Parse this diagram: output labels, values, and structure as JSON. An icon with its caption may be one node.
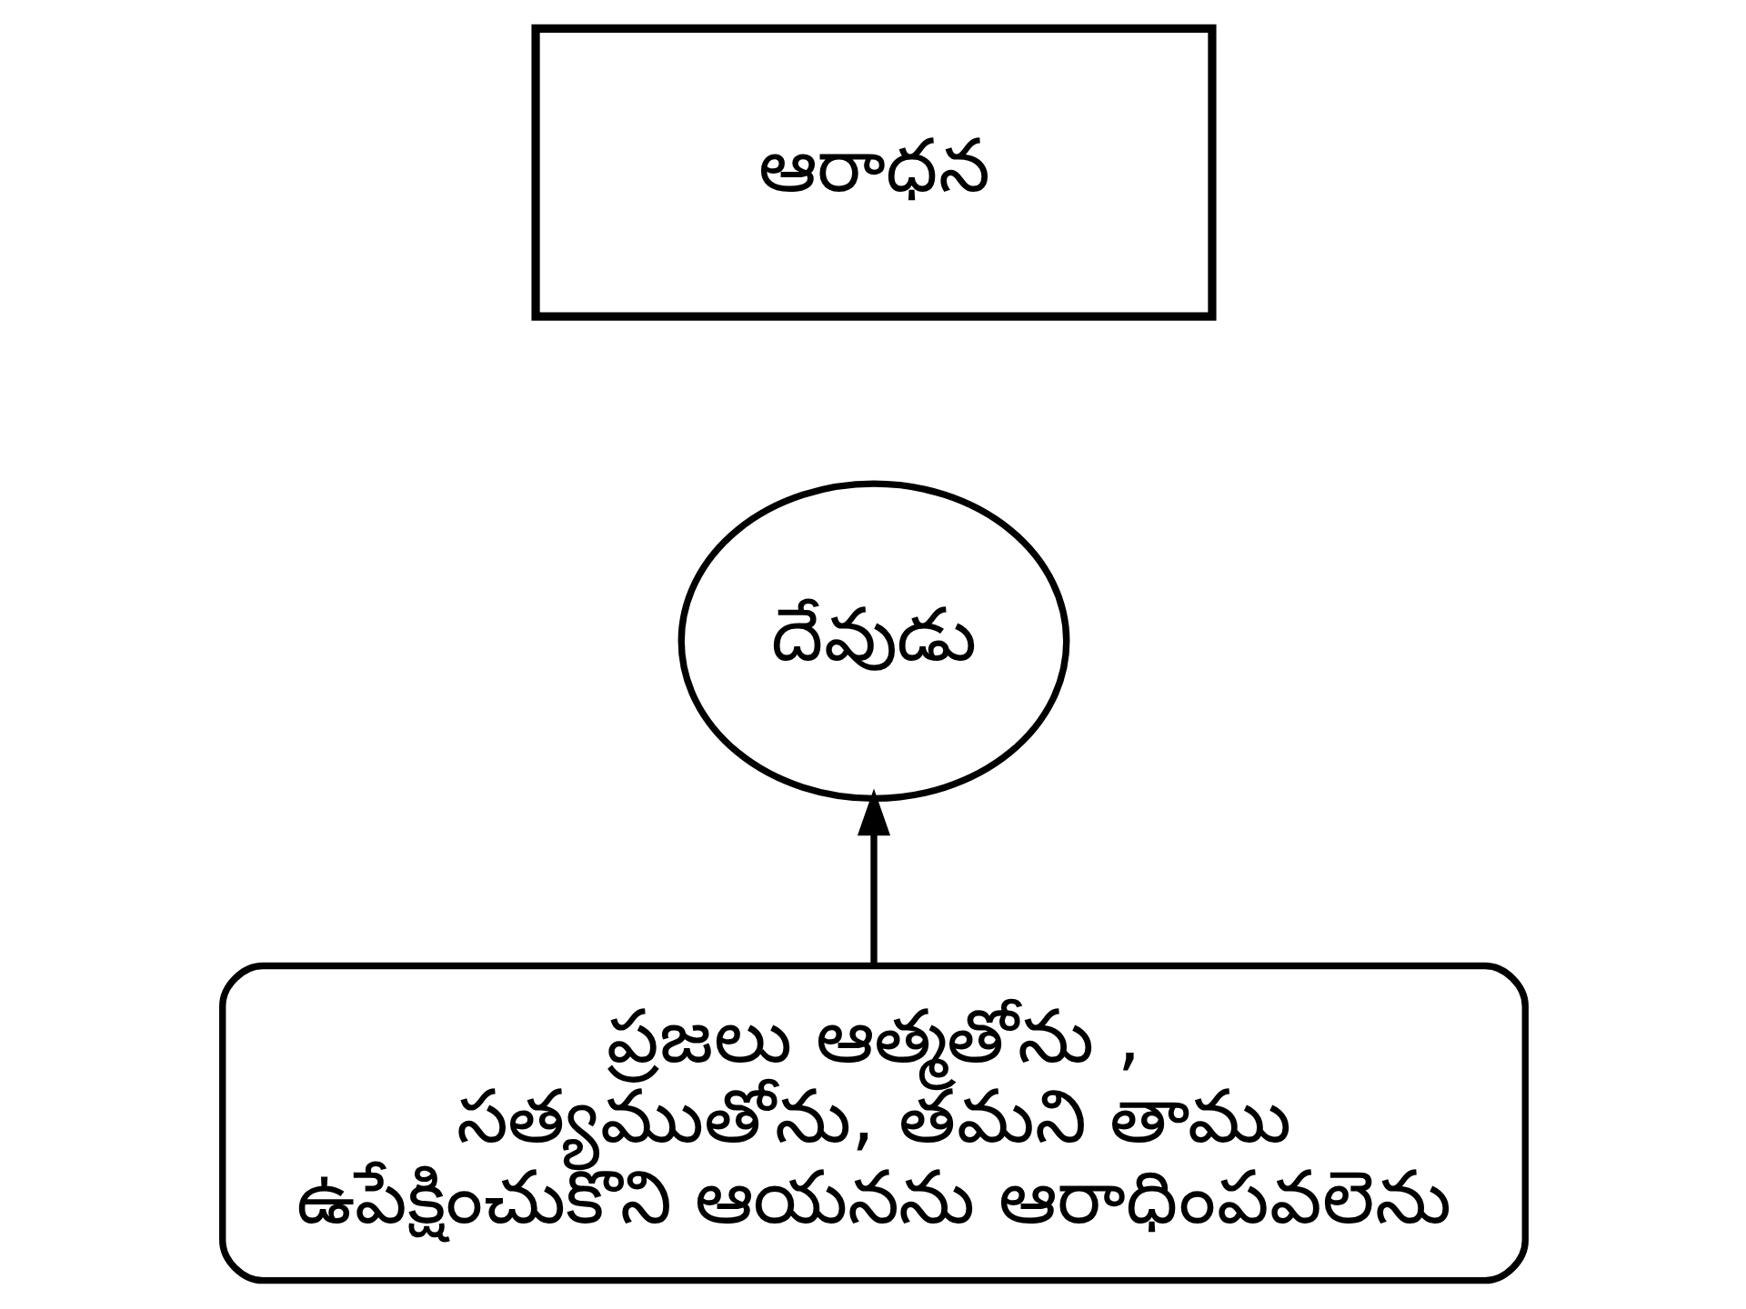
{
  "diagram": {
    "nodes": [
      {
        "text": [
          "ఆరాధన"
        ]
      },
      {
        "text": [
          "దేవుడు"
        ]
      },
      {
        "text": [
          "ప్రజలు ఆత్మతోను , సత్యముతోను, తమని తాము ఉపేక్షించుకొని ఆయనను ఆరాధింపవలెను"
        ]
      }
    ],
    "edges": [
      {
        "from": 2,
        "to": 1,
        "arrow": "to"
      }
    ]
  }
}
